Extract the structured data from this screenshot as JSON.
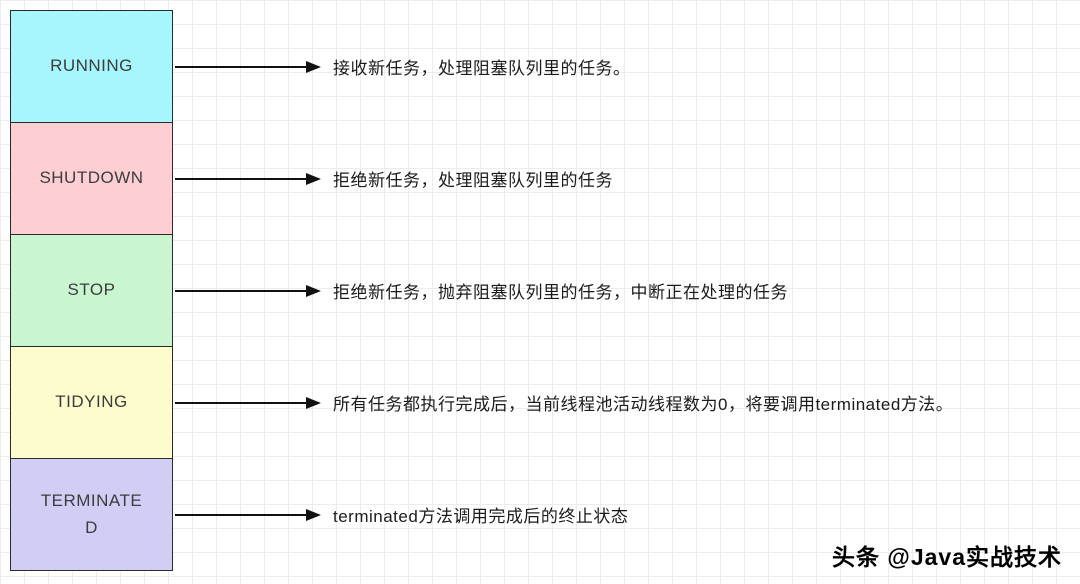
{
  "diagram": {
    "title": "thread-pool-states",
    "states": [
      {
        "label": "RUNNING",
        "color": "#a6f6fb",
        "description": "接收新任务，处理阻塞队列里的任务。"
      },
      {
        "label": "SHUTDOWN",
        "color": "#fdcfd2",
        "description": "拒绝新任务，处理阻塞队列里的任务"
      },
      {
        "label": "STOP",
        "color": "#c9f6d1",
        "description": "拒绝新任务，抛弃阻塞队列里的任务，中断正在处理的任务"
      },
      {
        "label": "TIDYING",
        "color": "#fdfccd",
        "description": "所有任务都执行完成后，当前线程池活动线程数为0，将要调用terminated方法。"
      },
      {
        "label": "TERMINATED",
        "color": "#d1cef6",
        "description": "terminated方法调用完成后的终止状态"
      }
    ]
  },
  "watermark": {
    "text": "头条 @Java实战技术"
  }
}
